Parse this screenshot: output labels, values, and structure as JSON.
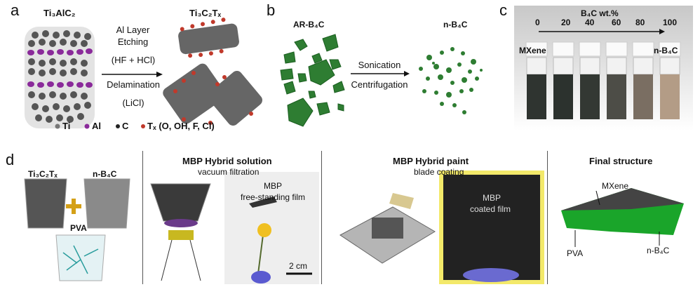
{
  "panel_a": {
    "label": "a",
    "reactant": "Ti₃AlC₂",
    "product": "Ti₃C₂Tₓ",
    "step1_line1": "Al Layer",
    "step1_line2": "Etching",
    "step1_reagent": "(HF + HCl)",
    "step2": "Delamination",
    "step2_reagent": "(LiCl)",
    "legend": [
      "Ti",
      "Al",
      "C",
      "Tₓ (O, OH, F, Cl)"
    ],
    "colors": {
      "Ti": "#555555",
      "Al": "#8a2a9a",
      "C": "#222222",
      "Tx": "#c0392b"
    }
  },
  "panel_b": {
    "label": "b",
    "start": "AR-B₄C",
    "end": "n-B₄C",
    "step1": "Sonication",
    "step2": "Centrifugation",
    "particle_color": "#2e7d32"
  },
  "panel_c": {
    "label": "c",
    "axis_title": "B₄C wt.%",
    "ticks": [
      "0",
      "20",
      "40",
      "60",
      "80",
      "100"
    ],
    "left_label": "MXene",
    "right_label": "n-B₄C",
    "vial_colors": [
      "#2f3430",
      "#2c322e",
      "#333833",
      "#4d4d47",
      "#7a6e62",
      "#b39c86"
    ]
  },
  "panel_d": {
    "label": "d",
    "beaker1": "Ti₃C₂Tₓ",
    "beaker2": "n-B₄C",
    "beaker3": "PVA",
    "plus": "+",
    "solution_title": "MBP Hybrid solution",
    "solution_method": "vacuum filtration",
    "film_line1": "MBP",
    "film_line2": "free-standing film",
    "scale_bar": "2 cm",
    "paint_title": "MBP Hybrid paint",
    "paint_method": "blade coating",
    "coated_line1": "MBP",
    "coated_line2": "coated film",
    "final_title": "Final structure",
    "final_top": "MXene",
    "final_left": "PVA",
    "final_right": "n-B₄C"
  }
}
